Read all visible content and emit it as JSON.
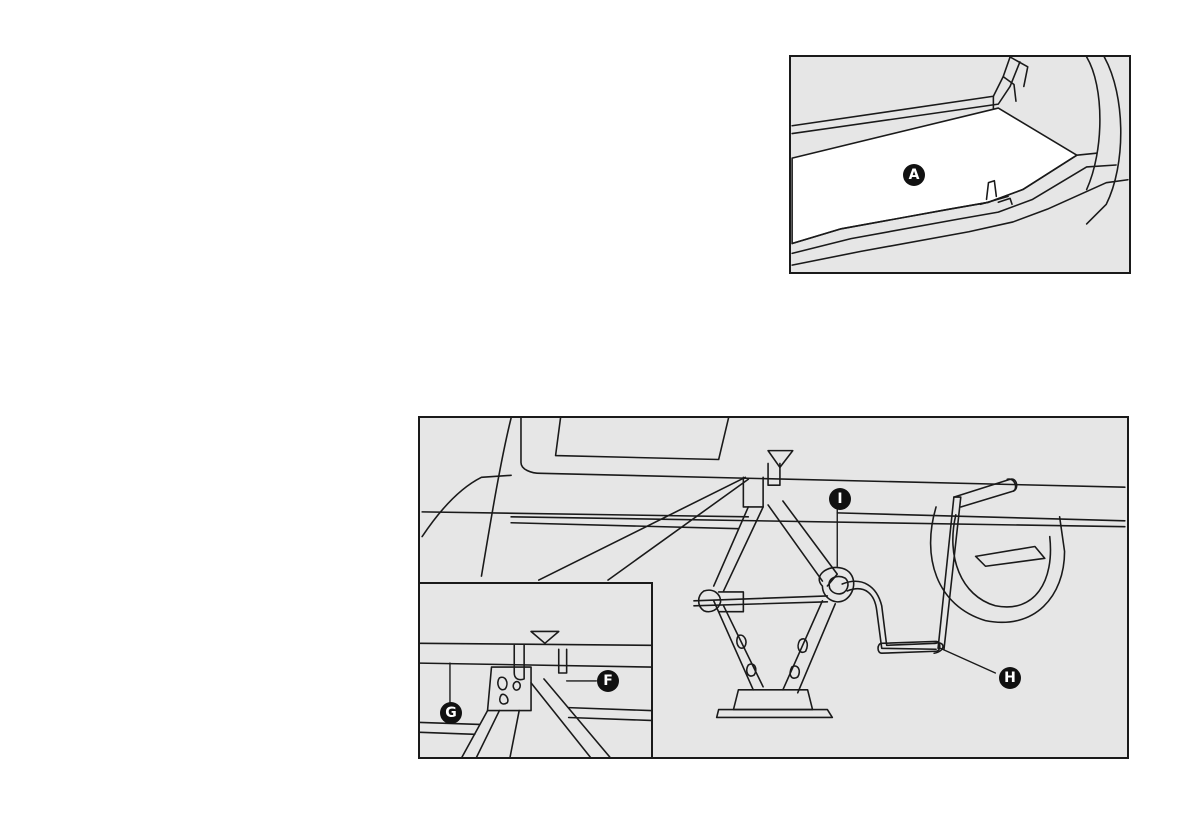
{
  "figure_trunk": {
    "callout_a": "A"
  },
  "figure_jack": {
    "callout_i": "I",
    "callout_h": "H",
    "callout_f": "F",
    "callout_g": "G"
  },
  "colors": {
    "line": "#1a1a1a",
    "panel": "#e6e6e6",
    "callout_bg": "#111111"
  }
}
